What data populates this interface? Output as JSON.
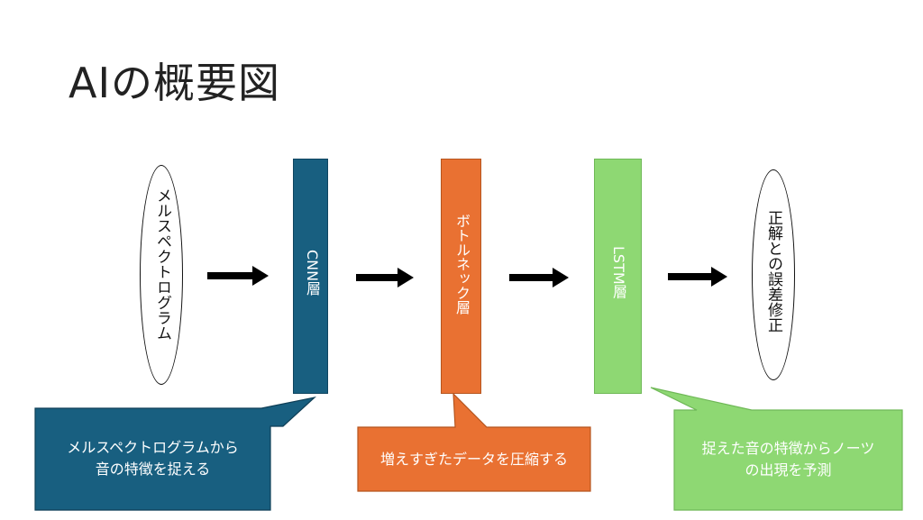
{
  "title": "AIの概要図",
  "input_label": "メルスペクトログラム",
  "output_label": "正解との誤差修正",
  "layers": {
    "cnn": "CNN層",
    "bottleneck": "ボトルネック層",
    "lstm": "LSTM層"
  },
  "callouts": {
    "cnn": [
      "メルスペクトログラムから",
      "音の特徴を捉える"
    ],
    "bottleneck": [
      "増えすぎたデータを圧縮する"
    ],
    "lstm": [
      "捉えた音の特徴からノーツ",
      "の出現を予測"
    ]
  },
  "colors": {
    "cnn": "#185f80",
    "bottleneck": "#e97132",
    "lstm": "#8ed873",
    "arrow": "#000000"
  }
}
